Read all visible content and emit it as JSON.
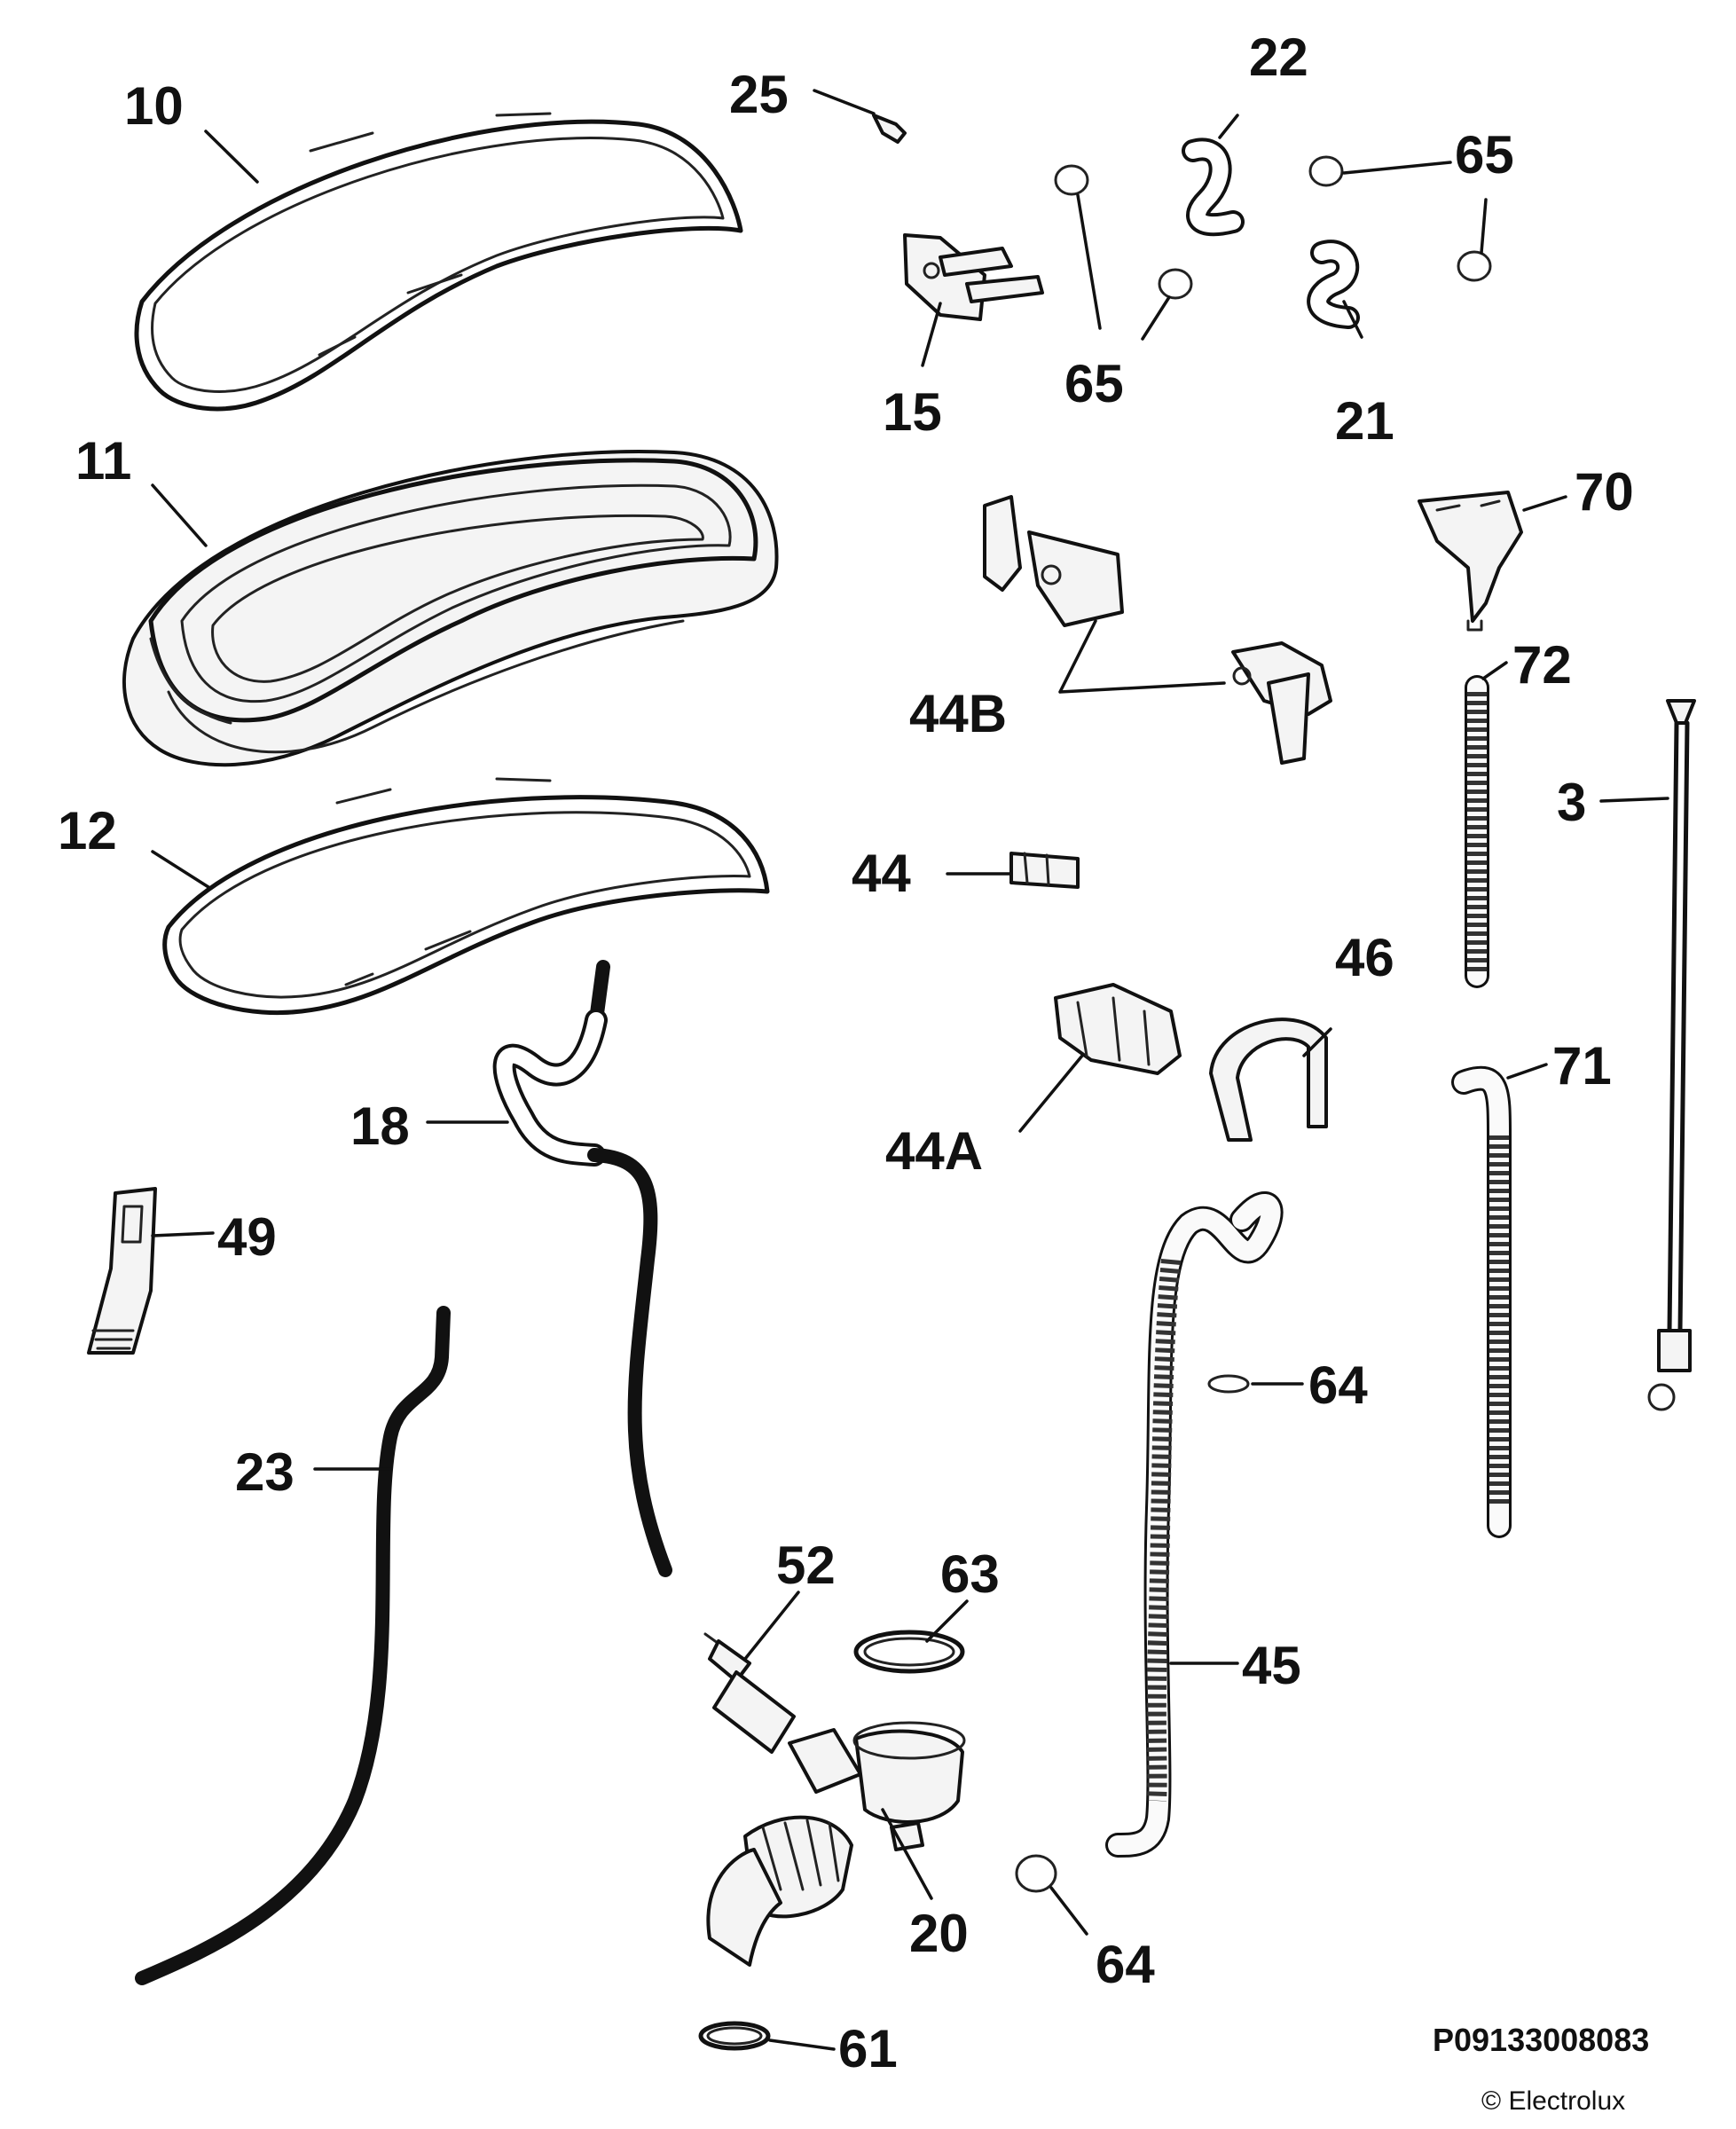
{
  "labels": {
    "p10": "10",
    "p11": "11",
    "p12": "12",
    "p18": "18",
    "p49": "49",
    "p23": "23",
    "p25": "25",
    "p15": "15",
    "p65a": "65",
    "p65b": "65",
    "p22": "22",
    "p21": "21",
    "p70": "70",
    "p44b": "44B",
    "p72": "72",
    "p3": "3",
    "p44": "44",
    "p46": "46",
    "p44a": "44A",
    "p71": "71",
    "p64a": "64",
    "p52": "52",
    "p63": "63",
    "p45": "45",
    "p20": "20",
    "p64b": "64",
    "p61": "61"
  },
  "footer": {
    "drawing_code": "P09133008083",
    "copyright": "© Electrolux"
  },
  "colors": {
    "line": "#111111",
    "background": "#ffffff"
  }
}
